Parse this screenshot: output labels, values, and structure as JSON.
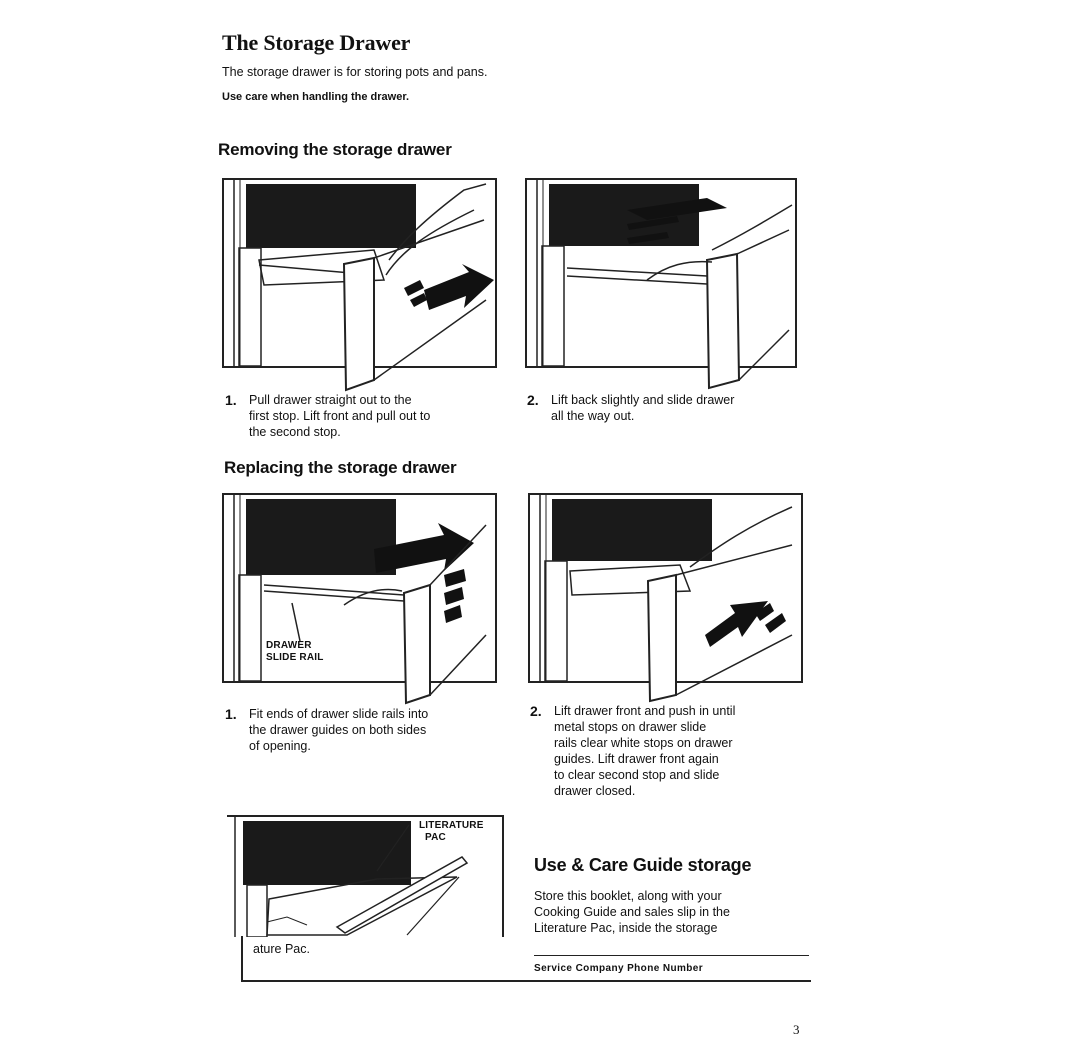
{
  "page": {
    "title": "The Storage Drawer",
    "intro": "The storage drawer is for storing pots and pans.",
    "caution": "Use care when handling the drawer.",
    "page_number": "3"
  },
  "removing": {
    "heading": "Removing the storage drawer",
    "steps": [
      {
        "num": "1.",
        "lines": [
          "Pull drawer straight out to the",
          "first stop. Lift front and pull out to",
          "the second stop."
        ]
      },
      {
        "num": "2.",
        "lines": [
          "Lift back slightly and slide drawer",
          "all the way out."
        ]
      }
    ]
  },
  "replacing": {
    "heading": "Replacing the storage drawer",
    "callout": [
      "DRAWER",
      "SLIDE RAIL"
    ],
    "steps": [
      {
        "num": "1.",
        "lines": [
          "Fit ends of drawer slide rails into",
          "the drawer guides on both sides",
          "of opening."
        ]
      },
      {
        "num": "2.",
        "lines": [
          "Lift drawer front and push in until",
          "metal stops on drawer slide",
          "rails clear white stops on drawer",
          "guides. Lift drawer front again",
          "to clear second stop and slide",
          "drawer closed."
        ]
      }
    ]
  },
  "literature_figure": {
    "callout": [
      "LITERATURE",
      "PAC"
    ],
    "cut_text": "ature Pac."
  },
  "guide_storage": {
    "heading": "Use & Care Guide storage",
    "lines": [
      "Store this booklet, along with your",
      "Cooking Guide and sales slip in the",
      "Literature Pac, inside the storage"
    ],
    "service_label": "Service Company Phone Number"
  }
}
